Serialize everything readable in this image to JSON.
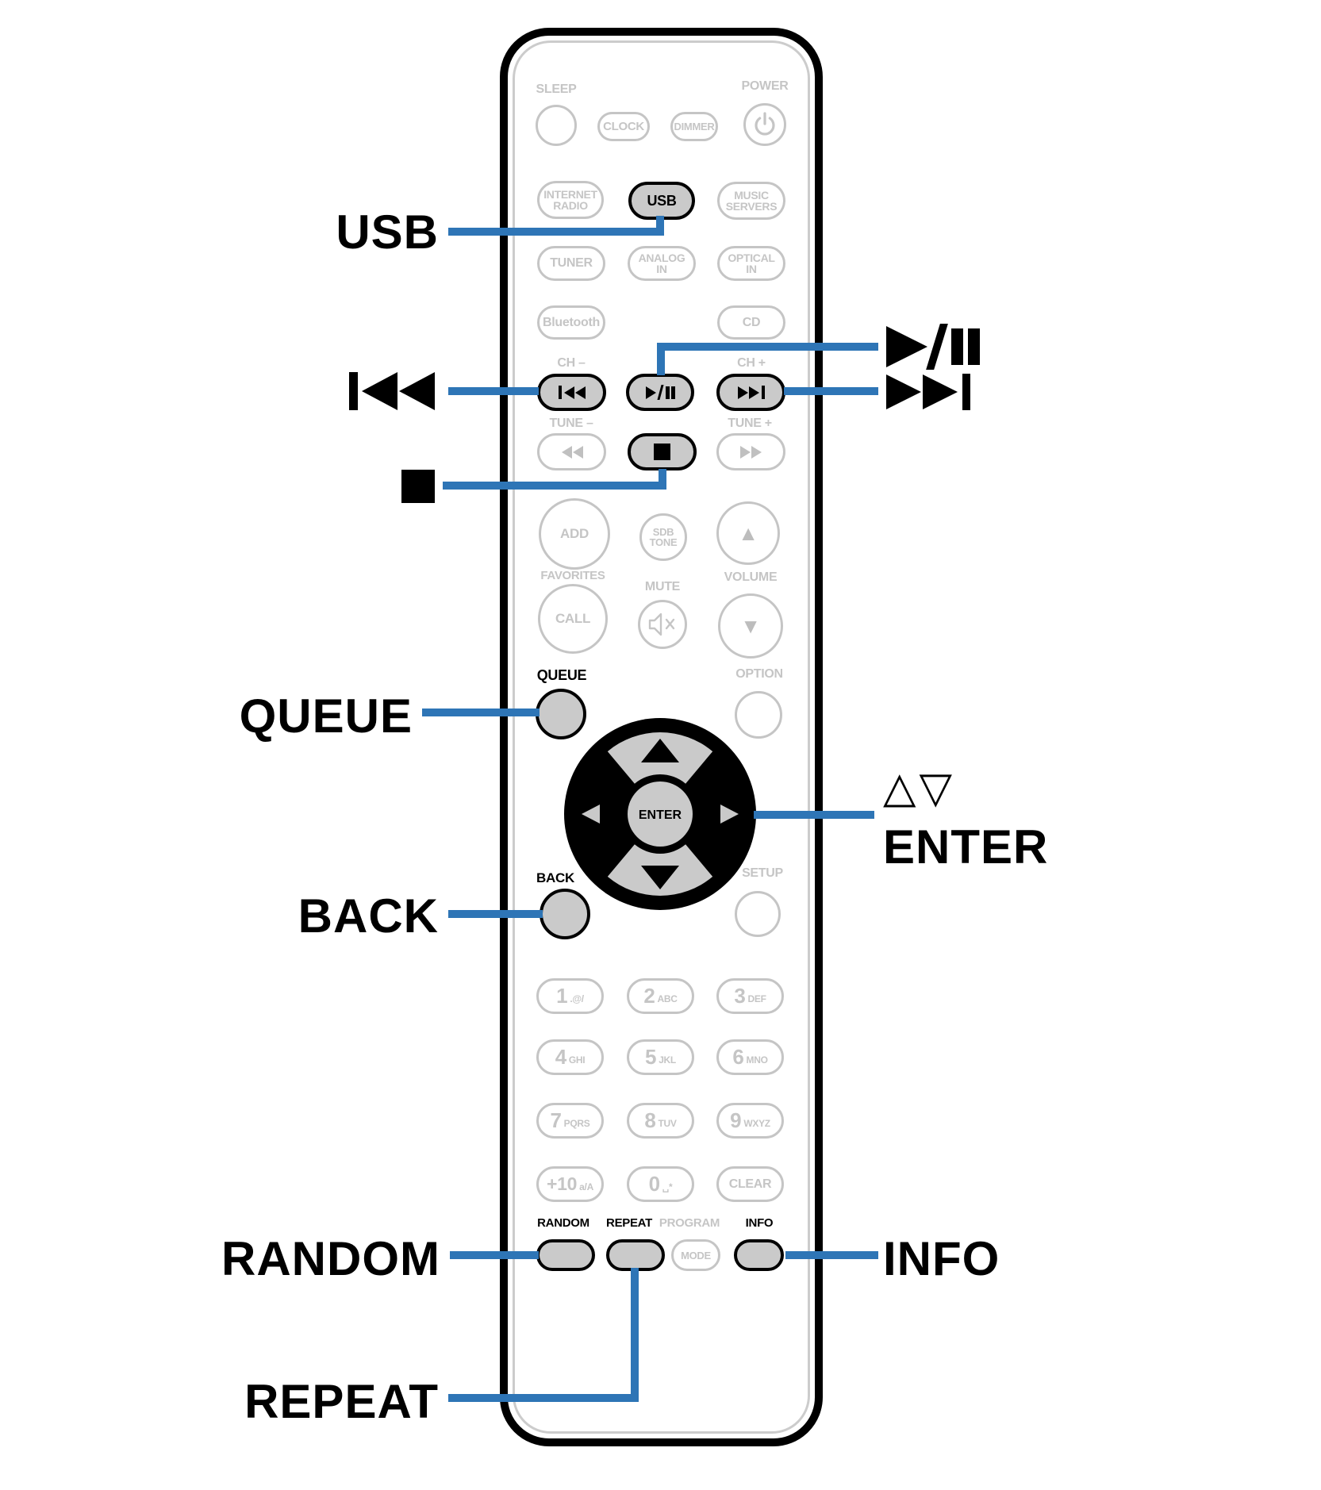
{
  "accent": "#2e75b6",
  "callouts": {
    "usb": "USB",
    "queue": "QUEUE",
    "back": "BACK",
    "random": "RANDOM",
    "repeat": "REPEAT",
    "info": "INFO",
    "cursor": "△▽",
    "enter": "ENTER"
  },
  "labels": {
    "sleep": "SLEEP",
    "power": "POWER",
    "ch_minus": "CH –",
    "ch_plus": "CH +",
    "tune_minus": "TUNE –",
    "tune_plus": "TUNE +",
    "favorites": "FAVORITES",
    "mute": "MUTE",
    "volume": "VOLUME",
    "queue": "QUEUE",
    "option": "OPTION",
    "back": "BACK",
    "setup": "SETUP",
    "random": "RANDOM",
    "repeat": "REPEAT",
    "program": "PROGRAM",
    "info": "INFO"
  },
  "buttons": {
    "clock": "CLOCK",
    "dimmer": "DIMMER",
    "internet_radio": [
      "INTERNET",
      "RADIO"
    ],
    "usb": "USB",
    "music_servers": [
      "MUSIC",
      "SERVERS"
    ],
    "tuner": "TUNER",
    "analog_in": [
      "ANALOG",
      "IN"
    ],
    "optical_in": [
      "OPTICAL",
      "IN"
    ],
    "bluetooth": "Bluetooth",
    "cd": "CD",
    "add": "ADD",
    "sdb_tone": [
      "SDB",
      "TONE"
    ],
    "call": "CALL",
    "enter": "ENTER",
    "mode": "MODE",
    "clear": "CLEAR",
    "digits": [
      [
        "1",
        ".@/"
      ],
      [
        "2",
        "ABC"
      ],
      [
        "3",
        "DEF"
      ],
      [
        "4",
        "GHI"
      ],
      [
        "5",
        "JKL"
      ],
      [
        "6",
        "MNO"
      ],
      [
        "7",
        "PQRS"
      ],
      [
        "8",
        "TUV"
      ],
      [
        "9",
        "WXYZ"
      ],
      [
        "+10",
        "a/A"
      ],
      [
        "0",
        "␣*"
      ]
    ]
  },
  "icons": {
    "volume_up": "▲",
    "volume_down": "▼"
  }
}
